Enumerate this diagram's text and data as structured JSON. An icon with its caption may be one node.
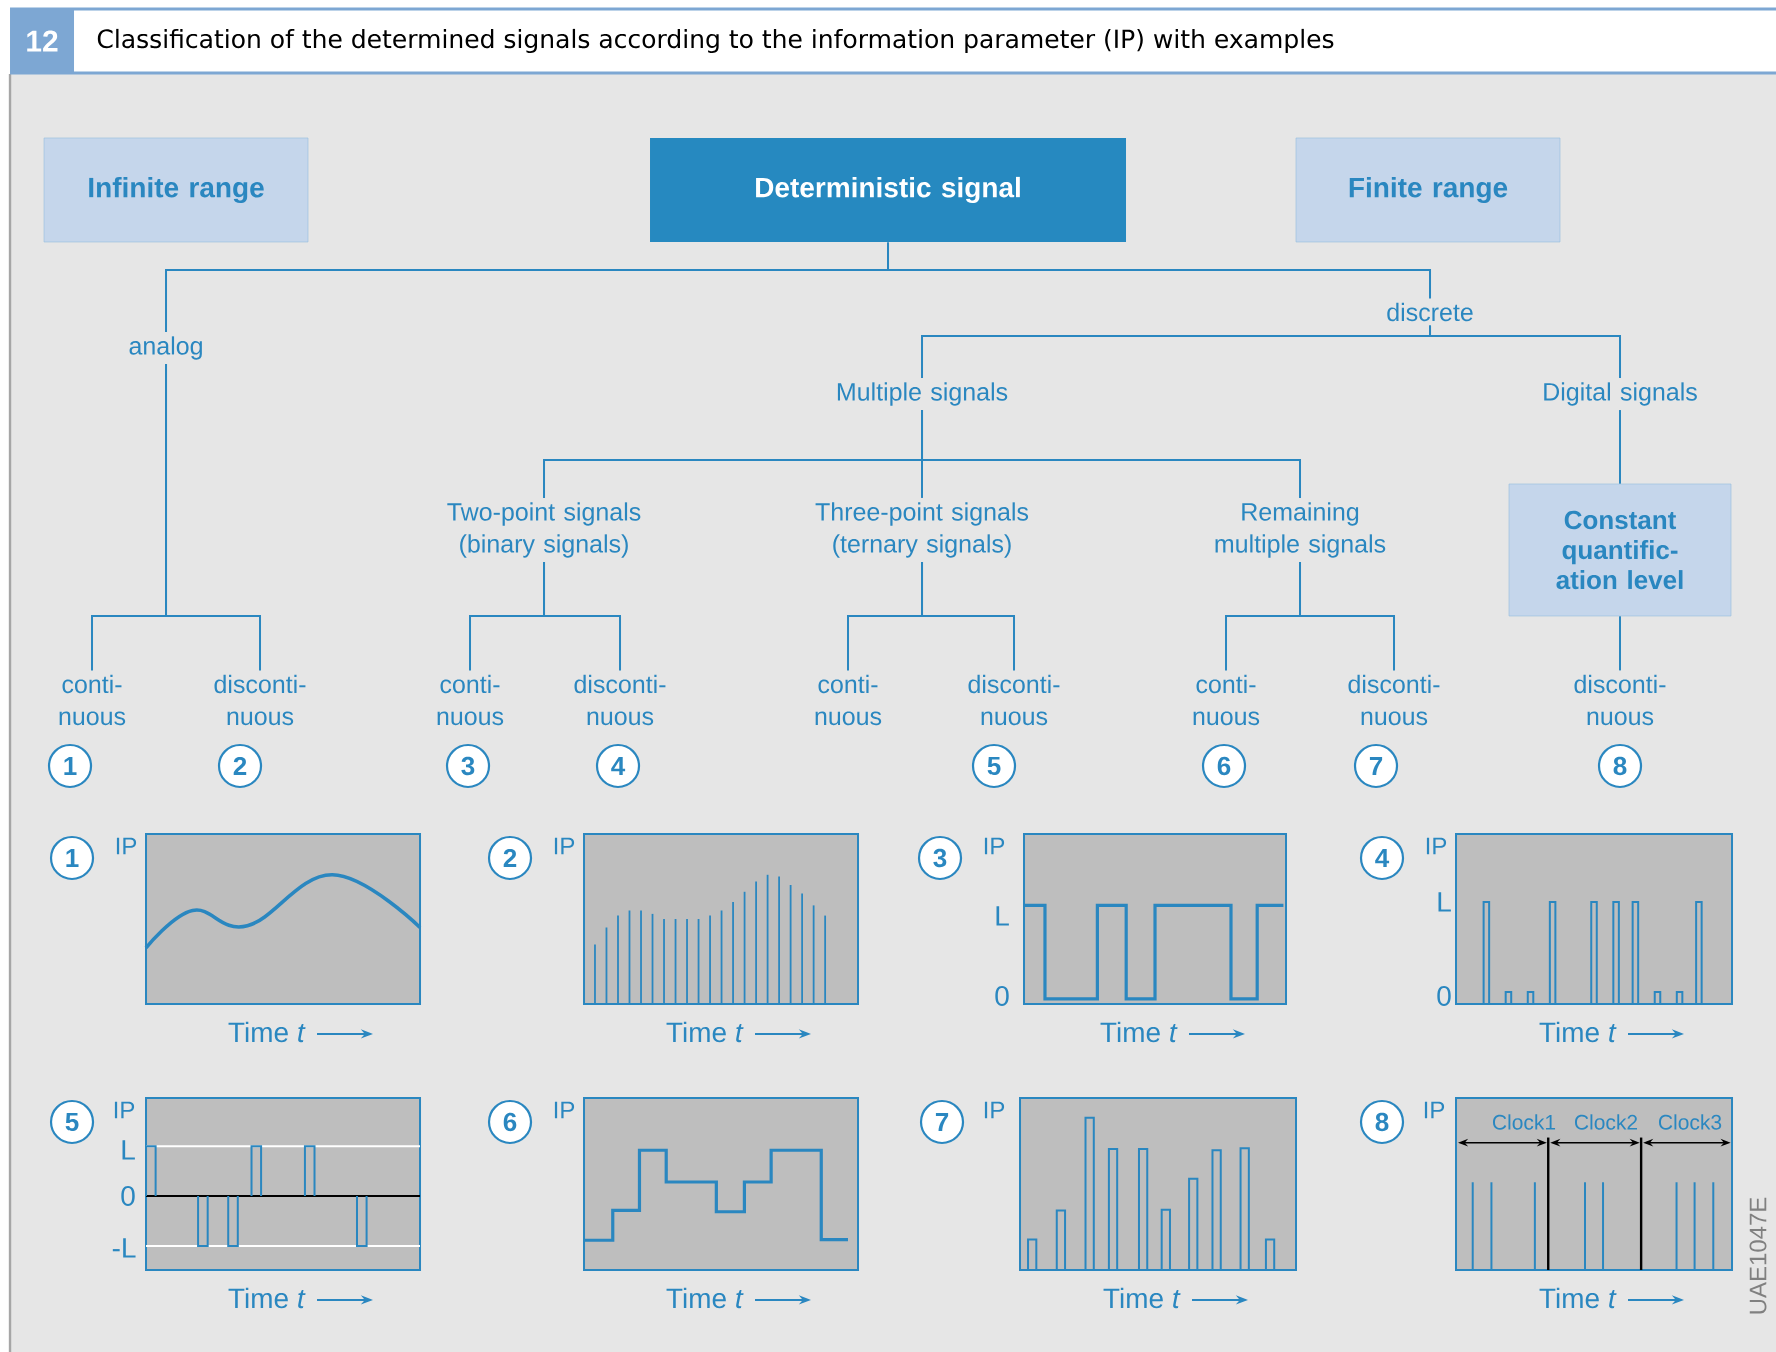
{
  "diagram": {
    "title": "Classification of the determined signals according to the information parameter (IP) with examples",
    "nodes": [
      {
        "text": [
          "Infinite range"
        ]
      },
      {
        "text": [
          "Deterministic signal"
        ]
      },
      {
        "text": [
          "Finite range"
        ]
      },
      {
        "text": [
          "analog"
        ]
      },
      {
        "text": [
          "discrete"
        ]
      },
      {
        "text": [
          "Multiple signals"
        ]
      },
      {
        "text": [
          "Digital signals"
        ]
      },
      {
        "text": [
          "Two-point signals (binary signals)"
        ]
      },
      {
        "text": [
          "Three-point signals (ternary signals)"
        ]
      },
      {
        "text": [
          "Remaining multiple signals"
        ]
      },
      {
        "text": [
          "Constant quantific-ation level"
        ]
      },
      {
        "text": [
          "conti-nuous"
        ],
        "beside": [
          "1"
        ]
      },
      {
        "text": [
          "disconti-nuous"
        ],
        "beside": [
          "2"
        ]
      },
      {
        "text": [
          "conti-nuous"
        ],
        "beside": [
          "3"
        ]
      },
      {
        "text": [
          "disconti-nuous"
        ],
        "beside": [
          "4"
        ]
      },
      {
        "text": [
          "conti-nuous"
        ]
      },
      {
        "text": [
          "disconti-nuous"
        ],
        "beside": [
          "5"
        ]
      },
      {
        "text": [
          "conti-nuous"
        ],
        "beside": [
          "6"
        ]
      },
      {
        "text": [
          "disconti-nuous"
        ],
        "beside": [
          "7"
        ]
      },
      {
        "text": [
          "disconti-nuous"
        ],
        "beside": [
          "8"
        ]
      }
    ],
    "edges": [
      {
        "from": 1,
        "to": 3,
        "arrow": "none"
      },
      {
        "from": 1,
        "to": 4,
        "arrow": "none"
      },
      {
        "from": 4,
        "to": 5,
        "arrow": "none"
      },
      {
        "from": 4,
        "to": 6,
        "arrow": "none"
      },
      {
        "from": 5,
        "to": 7,
        "arrow": "none"
      },
      {
        "from": 5,
        "to": 8,
        "arrow": "none"
      },
      {
        "from": 5,
        "to": 9,
        "arrow": "none"
      },
      {
        "from": 6,
        "to": 10,
        "arrow": "none"
      },
      {
        "from": 3,
        "to": 11,
        "arrow": "none"
      },
      {
        "from": 3,
        "to": 12,
        "arrow": "none"
      },
      {
        "from": 7,
        "to": 13,
        "arrow": "none"
      },
      {
        "from": 7,
        "to": 14,
        "arrow": "none"
      },
      {
        "from": 8,
        "to": 15,
        "arrow": "none"
      },
      {
        "from": 8,
        "to": 16,
        "arrow": "none"
      },
      {
        "from": 9,
        "to": 17,
        "arrow": "none"
      },
      {
        "from": 9,
        "to": 18,
        "arrow": "none"
      },
      {
        "from": 10,
        "to": 19,
        "arrow": "none"
      }
    ],
    "labels": [
      "12",
      "1",
      "IP",
      "Time *t*",
      "2",
      "IP",
      "Time *t*",
      "3",
      "IP",
      "L",
      "0",
      "Time *t*",
      "4",
      "IP",
      "L",
      "0",
      "Time *t*",
      "5",
      "IP",
      "L",
      "0",
      "-L",
      "Time *t*",
      "6",
      "IP",
      "Time *t*",
      "7",
      "IP",
      "Time *t*",
      "8",
      "IP",
      "Clock1",
      "Clock2",
      "Clock3",
      "Time *t*",
      "UAE1047E"
    ]
  }
}
